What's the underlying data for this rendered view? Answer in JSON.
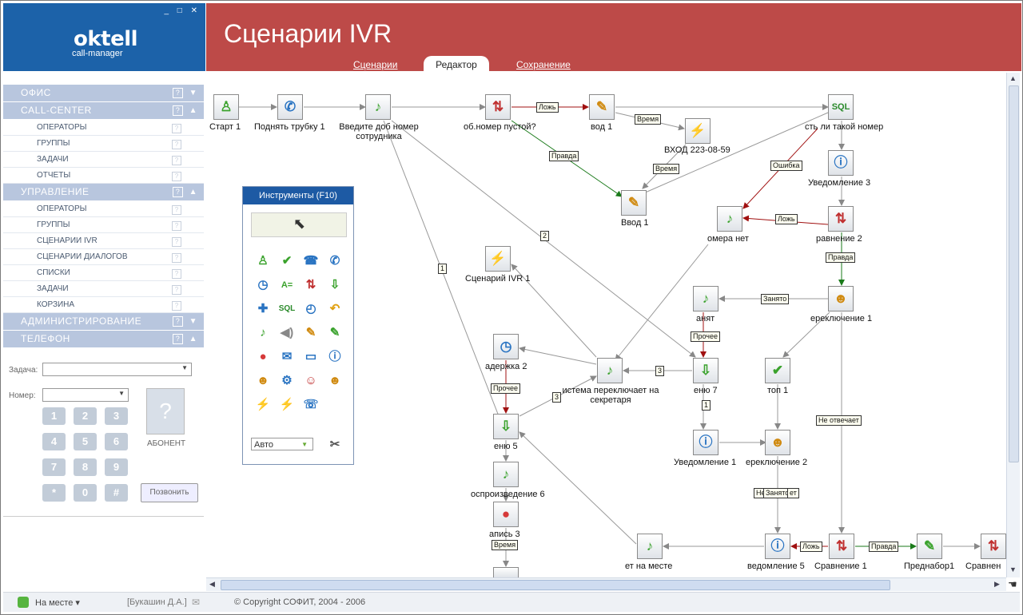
{
  "brand": {
    "name": "oktell",
    "sub": "call-manager"
  },
  "header": {
    "title": "Сценарии IVR"
  },
  "tabs": [
    {
      "label": "Сценарии"
    },
    {
      "label": "Редактор"
    },
    {
      "label": "Сохранение"
    }
  ],
  "sidebar": {
    "sections": [
      {
        "label": "ОФИС",
        "items": []
      },
      {
        "label": "CALL-CENTER",
        "items": [
          "ОПЕРАТОРЫ",
          "ГРУППЫ",
          "ЗАДАЧИ",
          "ОТЧЕТЫ"
        ]
      },
      {
        "label": "УПРАВЛЕНИЕ",
        "items": [
          "ОПЕРАТОРЫ",
          "ГРУППЫ",
          "СЦЕНАРИИ IVR",
          "СЦЕНАРИИ ДИАЛОГОВ",
          "СПИСКИ",
          "ЗАДАЧИ",
          "КОРЗИНА"
        ]
      },
      {
        "label": "АДМИНИСТРИРОВАНИЕ",
        "items": []
      },
      {
        "label": "ТЕЛЕФОН",
        "items": []
      }
    ]
  },
  "phone": {
    "task_label": "Задача:",
    "number_label": "Номер:",
    "keys": [
      "1",
      "2",
      "3",
      "4",
      "5",
      "6",
      "7",
      "8",
      "9",
      "*",
      "0",
      "#"
    ],
    "abonent": "АБОНЕНТ",
    "call_button": "Позвонить"
  },
  "toolbox": {
    "title": "Инструменты (F10)",
    "mode": "Авто"
  },
  "nodes": {
    "start": "Старт 1",
    "pickup": "Поднять трубку 1",
    "enter_ext": "Введите доб номер сотрудника",
    "num_empty": "об.номер пустой?",
    "input1": "вод 1",
    "has_number": "сть ли такой номер",
    "incoming": "ВХОД 223-08-59",
    "input1b": "Ввод 1",
    "notify3": "Уведомление 3",
    "no_number": "омера нет",
    "compare2": "равнение 2",
    "ivr1": "Сценарий IVR 1",
    "busy": "анят",
    "switch1": "ереключение 1",
    "delay2": "адержка 2",
    "secretary": "истема переключает на секретаря",
    "menu7": "еню 7",
    "stop1": "топ 1",
    "menu5": "еню 5",
    "notify1": "Уведомление 1",
    "switch2": "ереключение 2",
    "play6": "оспроизведение 6",
    "record3": "апись 3",
    "not_here": "ет на месте",
    "notify5": "ведомление 5",
    "compare1": "Сравнение 1",
    "predial1": "Преднабор1",
    "compare_last": "Сравнен"
  },
  "edges": {
    "false": "Ложь",
    "time": "Время",
    "true": "Правда",
    "error": "Ошибка",
    "busy": "Занято",
    "other": "Прочее",
    "no_answer": "Не отвечает",
    "two": "2",
    "one": "1",
    "three": "3",
    "no_partial": "Не",
    "answer_partial": "ет"
  },
  "status": {
    "presence": "На месте",
    "user": "[Букашин Д.А.]",
    "copyright": "© Copyright СОФИТ, 2004 - 2006"
  },
  "colors": {
    "brand_blue": "#1c62a9",
    "header_red": "#bd4a48",
    "sidebar_section": "#b8c6de"
  }
}
